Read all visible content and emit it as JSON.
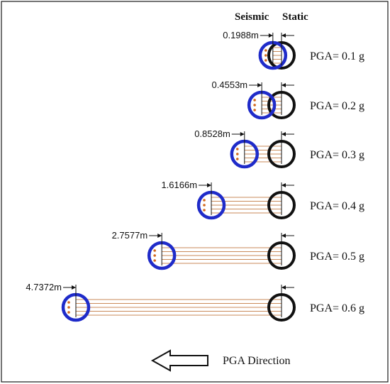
{
  "header": {
    "seismic_label": "Seismic",
    "static_label": "Static"
  },
  "cases": [
    {
      "displacement": "0.1988m",
      "displacement_m": 0.1988,
      "pga_label": "PGA= 0.1 g"
    },
    {
      "displacement": "0.4553m",
      "displacement_m": 0.4553,
      "pga_label": "PGA= 0.2 g"
    },
    {
      "displacement": "0.8528m",
      "displacement_m": 0.8528,
      "pga_label": "PGA= 0.3 g"
    },
    {
      "displacement": "1.6166m",
      "displacement_m": 1.6166,
      "pga_label": "PGA= 0.4 g"
    },
    {
      "displacement": "2.7577m",
      "displacement_m": 2.7577,
      "pga_label": "PGA= 0.5 g"
    },
    {
      "displacement": "4.7372m",
      "displacement_m": 4.7372,
      "pga_label": "PGA= 0.6 g"
    }
  ],
  "direction": {
    "label": "PGA Direction",
    "icon": "left-arrow-icon"
  },
  "colors": {
    "seismic_ring": "#1f2bc9",
    "static_ring": "#111111",
    "trace_lines": "#c98a5a",
    "marker_dots": "#d2691e"
  }
}
